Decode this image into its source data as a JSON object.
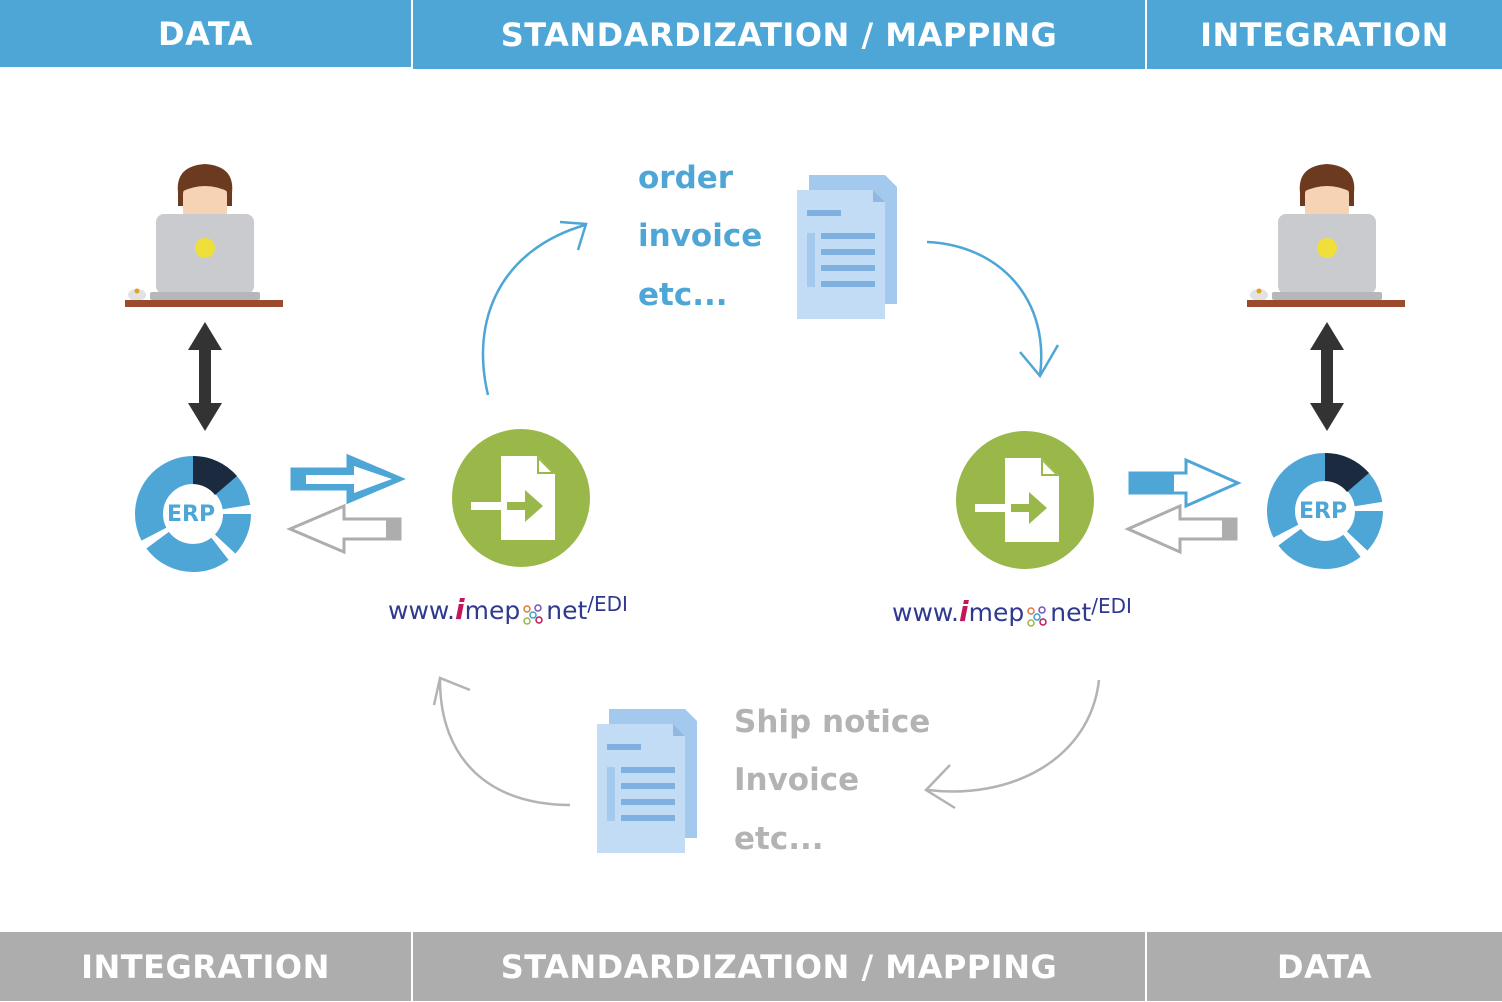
{
  "header": {
    "left": "DATA",
    "center": "STANDARDIZATION / MAPPING",
    "right": "INTEGRATION"
  },
  "footer": {
    "left": "INTEGRATION",
    "center": "STANDARDIZATION / MAPPING",
    "right": "DATA"
  },
  "top_documents": [
    "order",
    "invoice",
    "etc..."
  ],
  "bottom_documents": [
    "Ship notice",
    "Invoice",
    "etc..."
  ],
  "erp_label": "ERP",
  "brand": {
    "prefix": "www.",
    "i": "i",
    "middle": "mep",
    "net": "net",
    "suffix": "/EDI"
  },
  "colors": {
    "blue": "#4da6d6",
    "gray": "#adadad",
    "green": "#9ab84a",
    "navy": "#1b2a3e",
    "brand_text": "#2f3a8f"
  }
}
